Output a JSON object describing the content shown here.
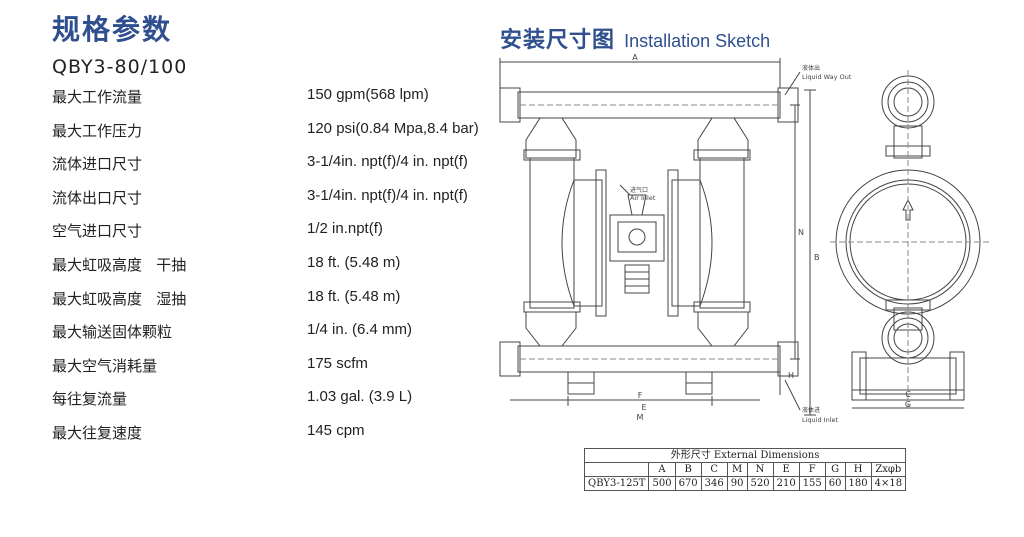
{
  "left": {
    "title": "规格参数",
    "model": "QBY3-80/100",
    "specs": [
      {
        "label": "最大工作流量",
        "value": "150 gpm(568 lpm)"
      },
      {
        "label": "最大工作压力",
        "value": "120 psi(0.84 Mpa,8.4 bar)"
      },
      {
        "label": "流体进口尺寸",
        "value": "3-1/4in. npt(f)/4 in. npt(f)"
      },
      {
        "label": "流体出口尺寸",
        "value": "3-1/4in. npt(f)/4 in. npt(f)"
      },
      {
        "label": "空气进口尺寸",
        "value": "1/2 in.npt(f)"
      },
      {
        "label": "最大虹吸高度   干抽",
        "value": "18 ft. (5.48 m)"
      },
      {
        "label": "最大虹吸高度   湿抽",
        "value": "18 ft. (5.48 m)"
      },
      {
        "label": "最大输送固体颗粒",
        "value": "1/4 in. (6.4 mm)"
      },
      {
        "label": "最大空气消耗量",
        "value": "175 scfm"
      },
      {
        "label": "每往复流量",
        "value": "1.03 gal. (3.9 L)"
      },
      {
        "label": "最大往复速度",
        "value": "145 cpm"
      }
    ]
  },
  "right": {
    "title_zh": "安装尺寸图",
    "title_en": "Installation Sketch",
    "labels": {
      "liquid_out": "Liquid Way Out",
      "liquid_out_zh": "液体出",
      "liquid_in": "Liquid Inlet",
      "liquid_in_zh": "液体进",
      "air_inlet": "Air Inlet",
      "air_inlet_zh": "进气口",
      "dim_a": "A",
      "dim_b": "B",
      "dim_n": "N",
      "dim_h": "H",
      "dim_f": "F",
      "dim_e": "E",
      "dim_m": "M",
      "dim_c": "C",
      "dim_g": "G"
    }
  },
  "table": {
    "caption": "外形尺寸 External Dimensions",
    "headers": [
      "",
      "A",
      "B",
      "C",
      "M",
      "N",
      "E",
      "F",
      "G",
      "H",
      "Zxφb"
    ],
    "rows": [
      [
        "QBY3-125T",
        "500",
        "670",
        "346",
        "90",
        "520",
        "210",
        "155",
        "60",
        "180",
        "4×18"
      ]
    ]
  },
  "colors": {
    "heading": "#2f4f8f",
    "line": "#444444"
  }
}
